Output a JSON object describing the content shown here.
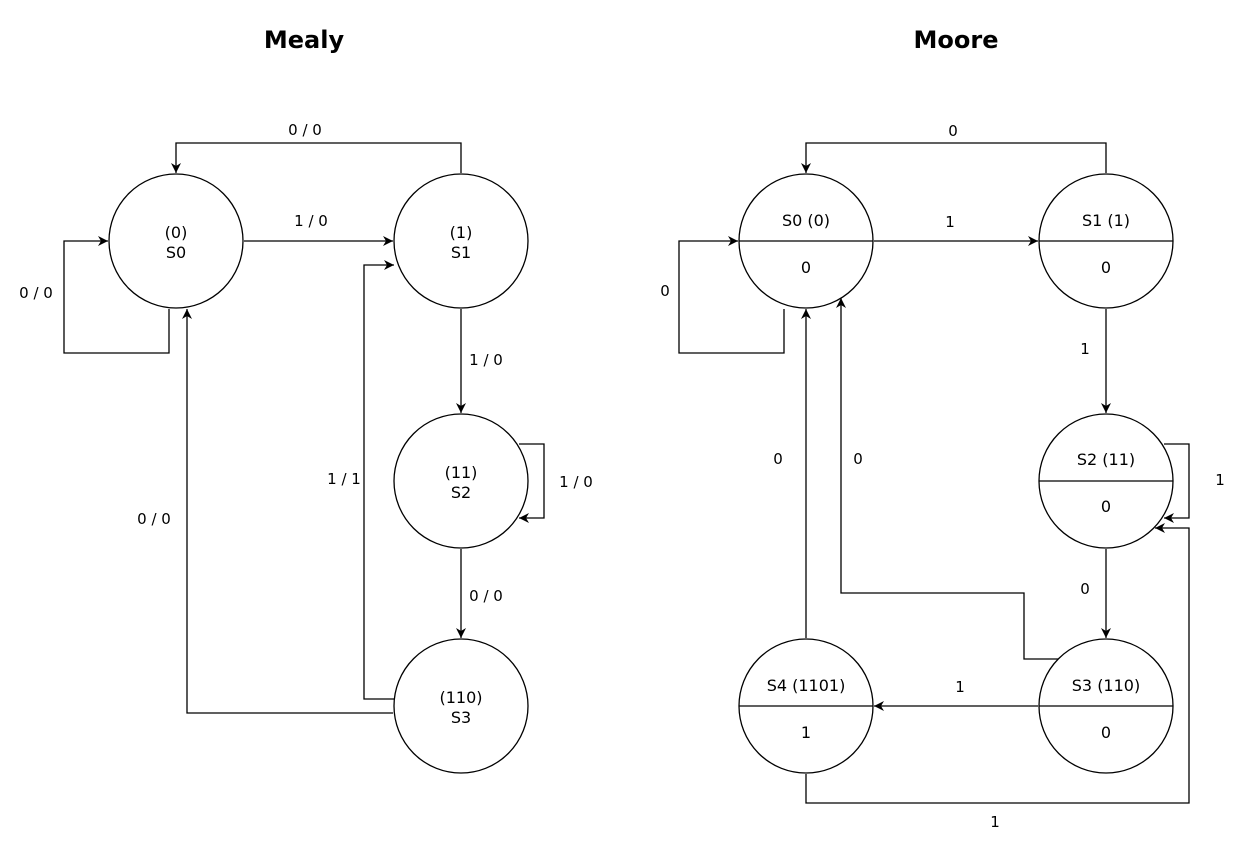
{
  "titles": {
    "mealy": "Mealy",
    "moore": "Moore"
  },
  "mealy": {
    "states": [
      {
        "id": "S0",
        "code": "(0)",
        "name": "S0"
      },
      {
        "id": "S1",
        "code": "(1)",
        "name": "S1"
      },
      {
        "id": "S2",
        "code": "(11)",
        "name": "S2"
      },
      {
        "id": "S3",
        "code": "(110)",
        "name": "S3"
      }
    ],
    "transitions": [
      {
        "id": "s0-self",
        "from": "S0",
        "to": "S0",
        "label": "0 / 0"
      },
      {
        "id": "s0-s1",
        "from": "S0",
        "to": "S1",
        "label": "1 / 0"
      },
      {
        "id": "s1-s0",
        "from": "S1",
        "to": "S0",
        "label": "0 / 0"
      },
      {
        "id": "s1-s2",
        "from": "S1",
        "to": "S2",
        "label": "1 / 0"
      },
      {
        "id": "s2-self",
        "from": "S2",
        "to": "S2",
        "label": "1 / 0"
      },
      {
        "id": "s2-s3",
        "from": "S2",
        "to": "S3",
        "label": "0 / 0"
      },
      {
        "id": "s3-s1",
        "from": "S3",
        "to": "S1",
        "label": "1 / 1"
      },
      {
        "id": "s3-s0",
        "from": "S3",
        "to": "S0",
        "label": "0 / 0"
      }
    ]
  },
  "moore": {
    "states": [
      {
        "id": "S0",
        "name": "S0 (0)",
        "output": "0"
      },
      {
        "id": "S1",
        "name": "S1 (1)",
        "output": "0"
      },
      {
        "id": "S2",
        "name": "S2 (11)",
        "output": "0"
      },
      {
        "id": "S3",
        "name": "S3 (110)",
        "output": "0"
      },
      {
        "id": "S4",
        "name": "S4 (1101)",
        "output": "1"
      }
    ],
    "transitions": [
      {
        "id": "s0-self",
        "from": "S0",
        "to": "S0",
        "label": "0"
      },
      {
        "id": "s0-s1",
        "from": "S0",
        "to": "S1",
        "label": "1"
      },
      {
        "id": "s1-s0",
        "from": "S1",
        "to": "S0",
        "label": "0"
      },
      {
        "id": "s1-s2",
        "from": "S1",
        "to": "S2",
        "label": "1"
      },
      {
        "id": "s2-self",
        "from": "S2",
        "to": "S2",
        "label": "1"
      },
      {
        "id": "s2-s3",
        "from": "S2",
        "to": "S3",
        "label": "0"
      },
      {
        "id": "s3-s0",
        "from": "S3",
        "to": "S0",
        "label": "0"
      },
      {
        "id": "s3-s4",
        "from": "S3",
        "to": "S4",
        "label": "1"
      },
      {
        "id": "s4-s0",
        "from": "S4",
        "to": "S0",
        "label": "0"
      },
      {
        "id": "s4-s2",
        "from": "S4",
        "to": "S2",
        "label": "1"
      }
    ]
  }
}
